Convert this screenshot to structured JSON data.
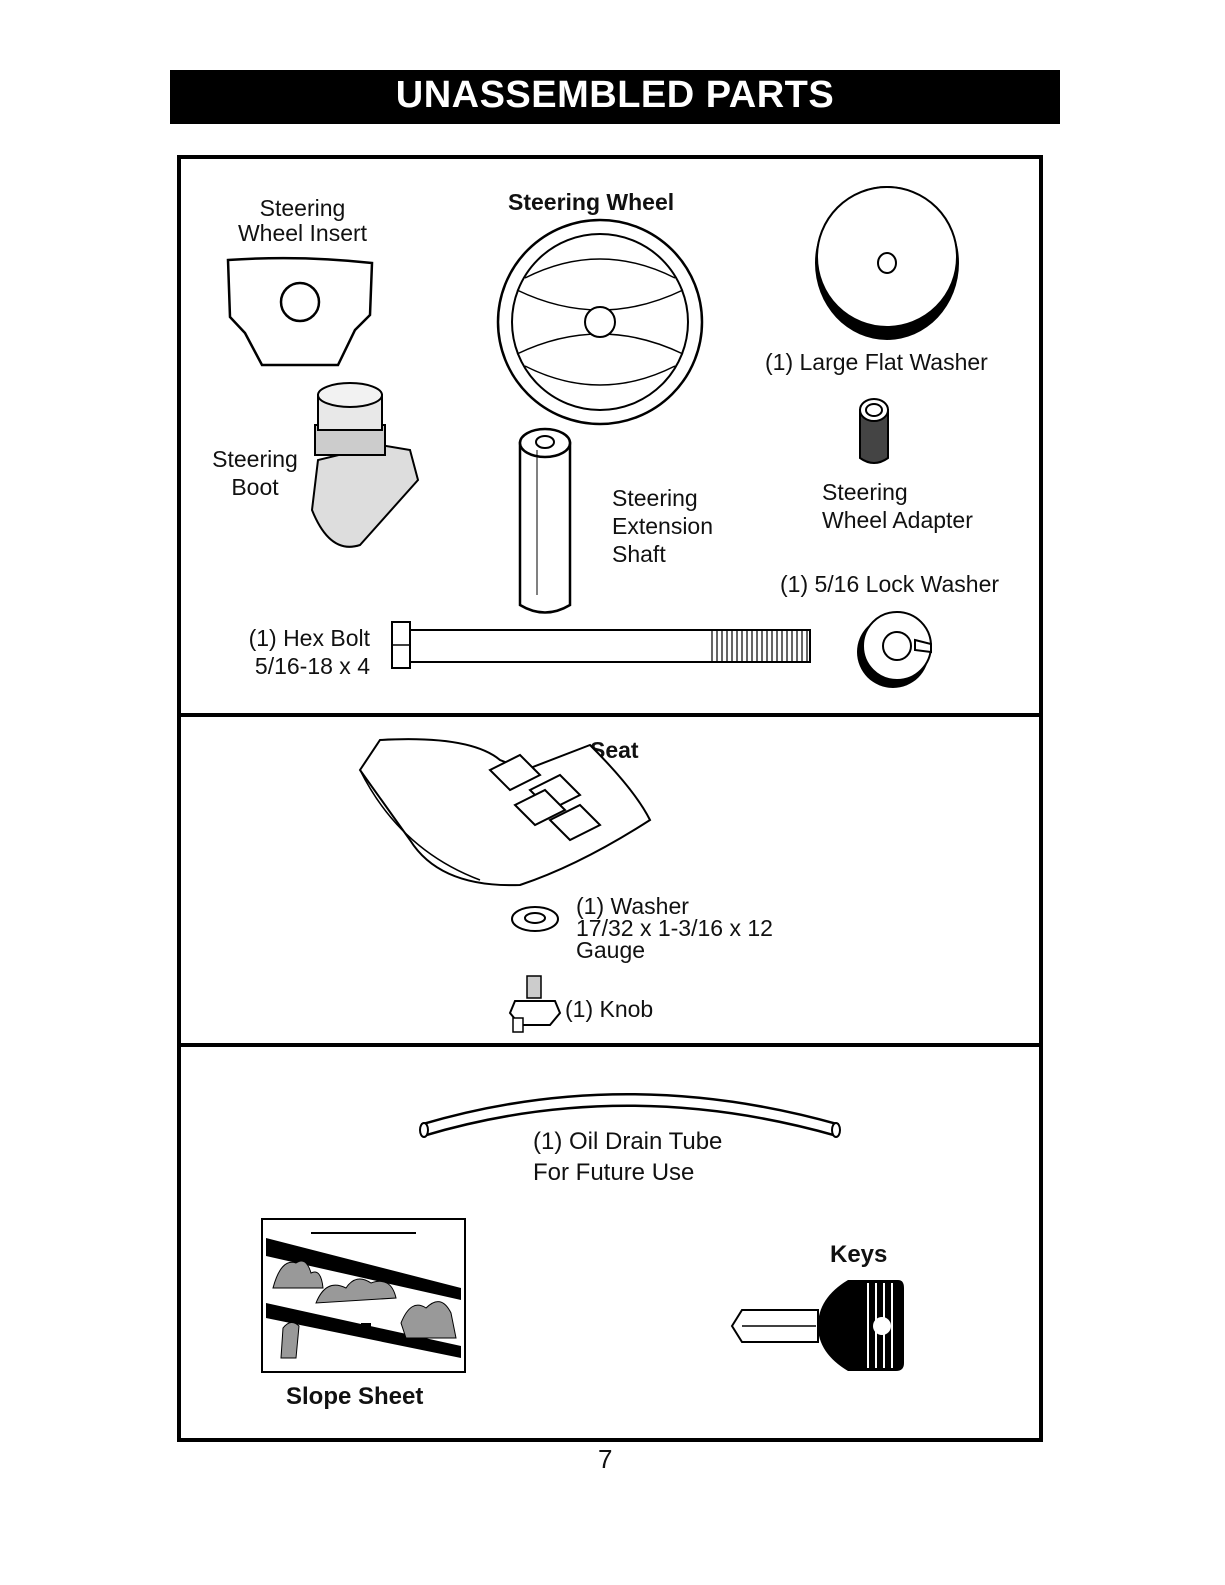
{
  "header": {
    "title": "UNASSEMBLED PARTS"
  },
  "section1": {
    "steering_wheel_insert": "Steering\nWheel Insert",
    "steering_wheel": "Steering Wheel",
    "large_flat_washer": "(1) Large Flat Washer",
    "steering_boot": "Steering\nBoot",
    "steering_extension_shaft": "Steering\nExtension\nShaft",
    "steering_wheel_adapter": "Steering\nWheel Adapter",
    "lock_washer": "(1) 5/16 Lock Washer",
    "hex_bolt": "(1) Hex Bolt\n5/16-18 x 4"
  },
  "section2": {
    "seat": "Seat",
    "washer": "(1) Washer\n17/32 x 1-3/16 x 12\nGauge",
    "knob": "(1) Knob"
  },
  "section3": {
    "oil_drain_tube": "(1) Oil Drain Tube\nFor Future Use",
    "keys": "Keys",
    "slope_sheet": "Slope Sheet"
  },
  "footer": {
    "page_number": "7"
  }
}
